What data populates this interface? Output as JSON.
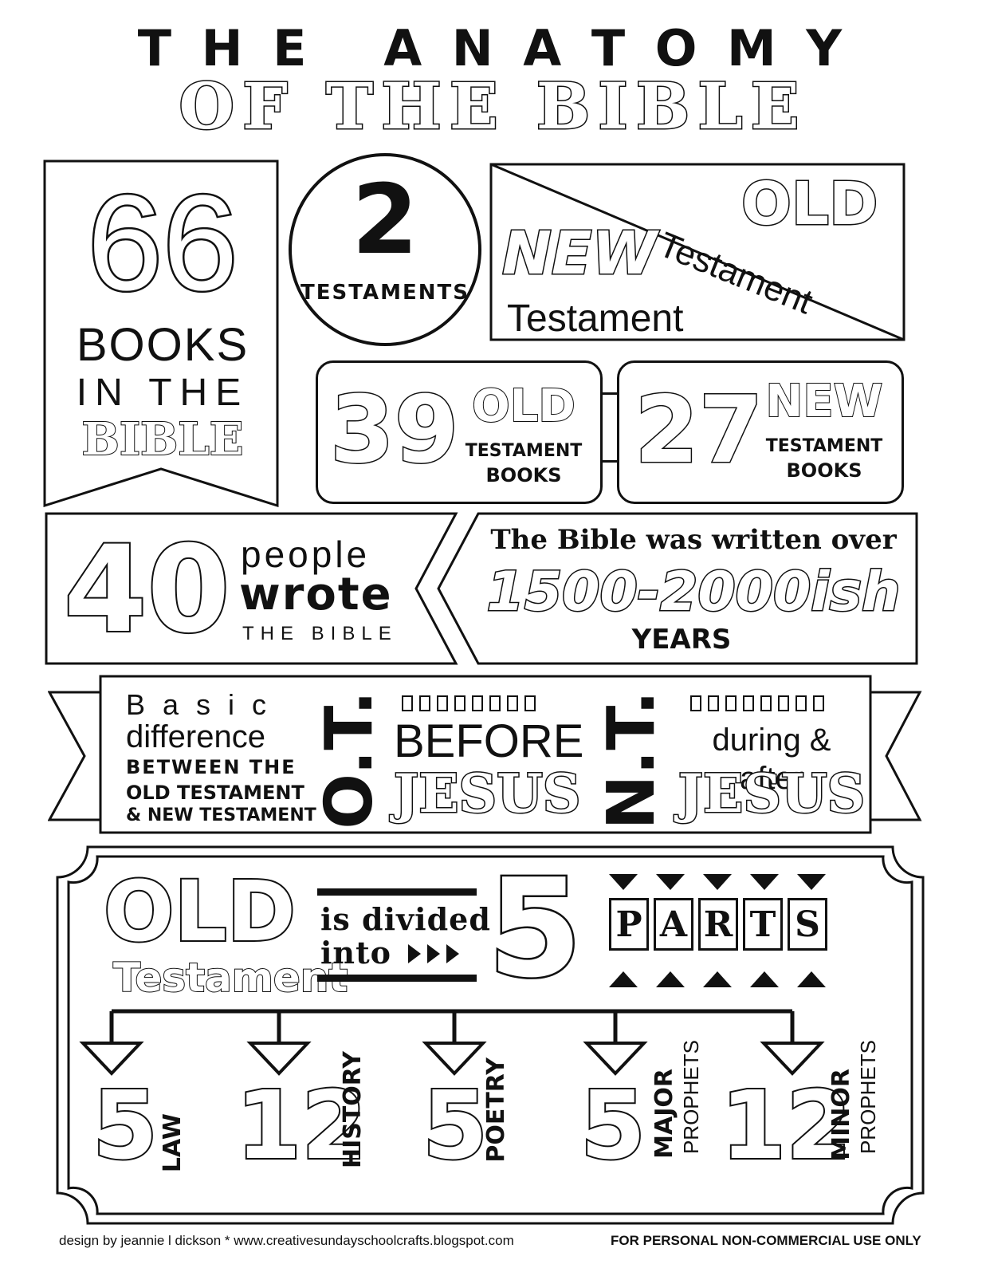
{
  "header": {
    "line1": "T H E   A N A T O M Y",
    "line2": "OF THE BIBLE"
  },
  "banner66": {
    "number": "66",
    "line1": "BOOKS",
    "line2": "IN THE",
    "line3": "BIBLE"
  },
  "testaments": {
    "number": "2",
    "label": "TESTAMENTS"
  },
  "oldnew": {
    "old_big": "OLD",
    "old_small": "Testament",
    "new_big": "NEW",
    "new_small": "Testament"
  },
  "ot_books": {
    "number": "39",
    "big": "OLD",
    "line1": "TESTAMENT",
    "line2": "BOOKS"
  },
  "nt_books": {
    "number": "27",
    "big": "NEW",
    "line1": "TESTAMENT",
    "line2": "BOOKS"
  },
  "writers": {
    "number": "40",
    "line1": "people",
    "line2": "wrote",
    "line3": "THE BIBLE"
  },
  "years": {
    "line1": "The Bible was written over",
    "line2": "1500-2000ish",
    "line3": "YEARS"
  },
  "difference": {
    "line1": "B a s i c",
    "line2": "difference",
    "line3": "BETWEEN THE",
    "line4": "OLD TESTAMENT",
    "line5": "& NEW TESTAMENT",
    "ot_label": "O.T.",
    "ot_line1": "BEFORE",
    "ot_line2": "JESUS",
    "nt_label": "N.T.",
    "nt_line1": "during & after",
    "nt_line2": "JESUS"
  },
  "parts": {
    "old_big": "OLD",
    "old_small": "Testament",
    "divided_line1": "is divided",
    "divided_line2": "into",
    "number": "5",
    "letters": [
      "P",
      "A",
      "R",
      "T",
      "S"
    ],
    "items": [
      {
        "number": "5",
        "label1": "LAW",
        "label2": ""
      },
      {
        "number": "12",
        "label1": "HISTORY",
        "label2": ""
      },
      {
        "number": "5",
        "label1": "POETRY",
        "label2": ""
      },
      {
        "number": "5",
        "label1": "MAJOR",
        "label2": "PROPHETS"
      },
      {
        "number": "12",
        "label1": "MINOR",
        "label2": "PROPHETS"
      }
    ]
  },
  "footer": {
    "credit": "design by jeannie l dickson * www.creativesundayschoolcrafts.blogspot.com",
    "notice": "FOR PERSONAL NON-COMMERCIAL USE ONLY"
  }
}
